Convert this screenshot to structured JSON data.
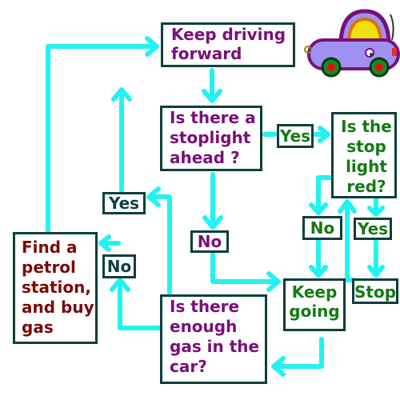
{
  "nodes": {
    "keep_driving": "Keep driving forward",
    "stoplight": "Is there a stoplight ahead ?",
    "stop_red": "Is the stop light red?",
    "keep_going": "Keep going",
    "stop": "Stop",
    "enough_gas": "Is there enough gas in the car?",
    "find_petrol": "Find a petrol station, and buy gas"
  },
  "edge_labels": {
    "stoplight_yes": "Yes",
    "stoplight_no": "No",
    "red_no": "No",
    "red_yes": "Yes",
    "gas_yes": "Yes",
    "gas_no": "No"
  },
  "colors": {
    "arrow": "#22f2f2",
    "border": "#0c3f3b",
    "purple_text": "#7a0f7a",
    "green_text": "#137a13",
    "maroon_text": "#7a0a0a",
    "car_body": "#a090f0",
    "car_outline": "#7a0f7a"
  },
  "decoration": "car-illustration"
}
